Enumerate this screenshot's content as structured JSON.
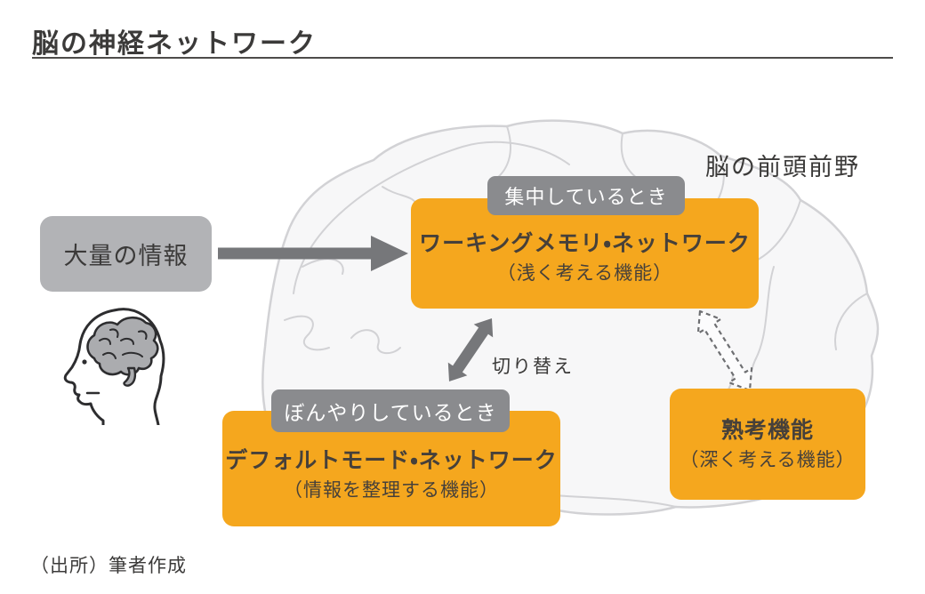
{
  "page": {
    "title": "脳の神経ネットワーク",
    "source_note": "（出所）筆者作成"
  },
  "brain": {
    "region_label": "脳の前頭前野"
  },
  "nodes": {
    "input": {
      "label": "大量の情報"
    },
    "working_memory": {
      "state_label": "集中しているとき",
      "title": "ワーキングメモリ・ネットワーク",
      "subtitle": "（浅く考える機能）"
    },
    "default_mode": {
      "state_label": "ぼんやりしているとき",
      "title": "デフォルトモード・ネットワーク",
      "subtitle": "（情報を整理する機能）"
    },
    "deliberation": {
      "title": "熟考機能",
      "subtitle": "（深く考える機能）"
    }
  },
  "connectors": {
    "input_arrow": "solid-right-arrow",
    "switch_arrow": "solid-double-headed-arrow",
    "switch_label": "切り替え",
    "deliberation_arrow": "dashed-double-headed-arrow"
  },
  "icons": {
    "head_brain": "head-profile-with-brain-icon",
    "brain_illustration": "brain-outline-illustration"
  },
  "colors": {
    "accent_orange": "#F5A71E",
    "state_label_gray": "#8A8B8E",
    "input_box_gray": "#B2B3B6",
    "arrow_gray": "#76777A",
    "text_dark": "#3E3C3A",
    "brain_outline": "#D2D2D5",
    "brain_fill": "#F7F7F8"
  }
}
